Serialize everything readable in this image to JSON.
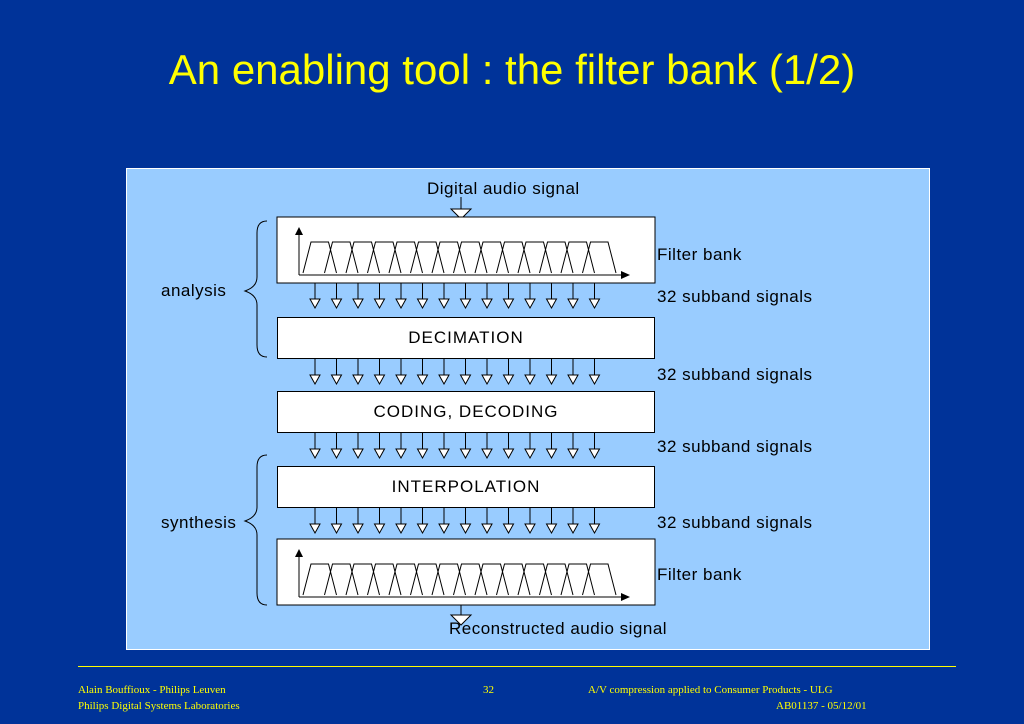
{
  "slide": {
    "title": "An enabling tool : the filter bank (1/2)"
  },
  "diagram": {
    "input_label": "Digital audio signal",
    "analysis_bank_label": "Filter bank",
    "synthesis_bank_label": "Filter bank",
    "analysis_label": "analysis",
    "synthesis_label": "synthesis",
    "subband_label_1": "32 subband signals",
    "decimation_label": "DECIMATION",
    "subband_label_2": "32 subband signals",
    "coding_label": "CODING, DECODING",
    "subband_label_3": "32 subband signals",
    "interpolation_label": "INTERPOLATION",
    "subband_label_4": "32 subband signals",
    "output_label": "Reconstructed audio signal"
  },
  "footer": {
    "left_line1": "Alain Bouffioux - Philips Leuven",
    "left_line2": "Philips Digital Systems Laboratories",
    "page_number": "32",
    "right_line1": "A/V compression applied to Consumer Products - ULG",
    "right_line2": "AB01137 -  05/12/01"
  }
}
